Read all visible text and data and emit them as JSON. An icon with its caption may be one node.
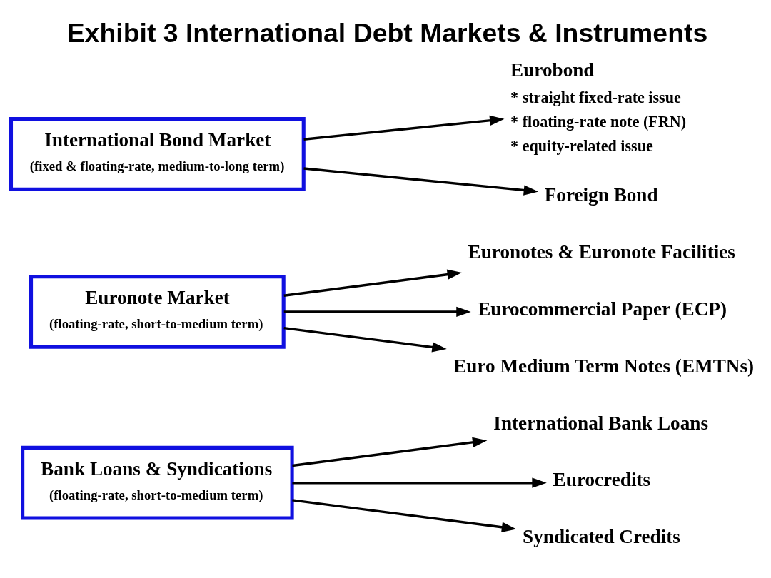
{
  "diagram": {
    "title": "Exhibit 3 International Debt Markets & Instruments",
    "nodes": [
      {
        "text": [
          "Bank Loans & Syndications",
          "(floating-rate, short-to-medium term)"
        ]
      },
      {
        "text": [
          "International Bank Loans"
        ]
      },
      {
        "text": [
          "Eurocredits"
        ]
      },
      {
        "text": [
          "Syndicated Credits"
        ]
      },
      {
        "text": [
          "Euronote Market",
          "(floating-rate, short-to-medium term)"
        ]
      },
      {
        "text": [
          "Euronotes & Euronote Facilities"
        ]
      },
      {
        "text": [
          "Eurocommercial Paper (ECP)"
        ]
      },
      {
        "text": [
          "Euro Medium Term Notes (EMTNs)"
        ]
      },
      {
        "text": [
          "International Bond Market",
          "(fixed & floating-rate, medium-to-long term)"
        ]
      },
      {
        "text": [
          "Eurobond",
          "* straight fixed-rate issue",
          "* floating-rate note (FRN)",
          "* equity-related issue"
        ]
      },
      {
        "text": [
          "Foreign Bond"
        ]
      }
    ],
    "edges": [
      {
        "from": 0,
        "to": 1,
        "arrow": "to"
      },
      {
        "from": 0,
        "to": 2,
        "arrow": "to"
      },
      {
        "from": 0,
        "to": 3,
        "arrow": "to"
      },
      {
        "from": 4,
        "to": 5,
        "arrow": "to"
      },
      {
        "from": 4,
        "to": 6,
        "arrow": "to"
      },
      {
        "from": 4,
        "to": 7,
        "arrow": "to"
      },
      {
        "from": 8,
        "to": 9,
        "arrow": "to"
      },
      {
        "from": 8,
        "to": 10,
        "arrow": "to"
      }
    ]
  }
}
